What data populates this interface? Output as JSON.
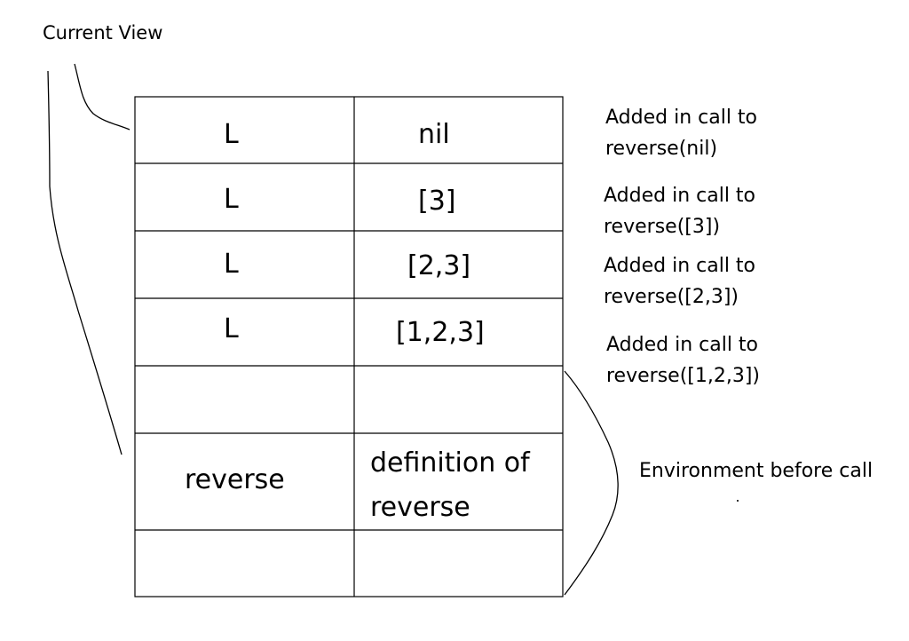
{
  "current_view_label": "Current View",
  "rows": [
    {
      "name": "L",
      "value": "nil",
      "note_line1": "Added in call to",
      "note_line2": "reverse(nil)"
    },
    {
      "name": "L",
      "value": "[3]",
      "note_line1": "Added in call to",
      "note_line2": "reverse([3])"
    },
    {
      "name": "L",
      "value": "[2,3]",
      "note_line1": "Added in call to",
      "note_line2": "reverse([2,3])"
    },
    {
      "name": "L",
      "value": "[1,2,3]",
      "note_line1": "Added in call to",
      "note_line2": "reverse([1,2,3])"
    },
    {
      "name": "",
      "value": ""
    },
    {
      "name": "reverse",
      "value_line1": "definition of",
      "value_line2": "reverse"
    },
    {
      "name": "",
      "value": ""
    }
  ],
  "environment_label": "Environment before call",
  "colors": {
    "line": "#000000",
    "text": "#000000",
    "background": "#ffffff"
  }
}
